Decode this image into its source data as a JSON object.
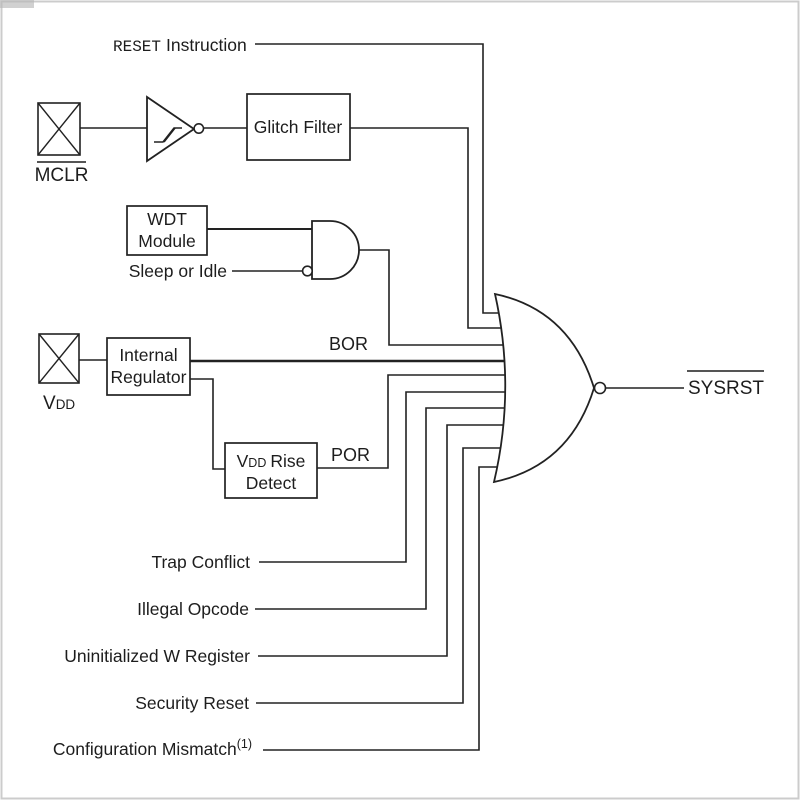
{
  "colors": {
    "line": "#222222",
    "text": "#1d1d1d",
    "background": "#ffffff",
    "frame": "#cccccc"
  },
  "inputs": {
    "reset_instruction": {
      "code": "RESET",
      "label": "Instruction"
    },
    "mclr": {
      "label": "MCLR",
      "overbar": true
    },
    "sleep_or_idle": {
      "label": "Sleep or Idle"
    },
    "vdd": {
      "prefix": "V",
      "subscript": "DD"
    },
    "trap_conflict": {
      "label": "Trap Conflict"
    },
    "illegal_opcode": {
      "label": "Illegal Opcode"
    },
    "uninitialized_w_register": {
      "label": "Uninitialized W Register"
    },
    "security_reset": {
      "label": "Security Reset"
    },
    "configuration_mismatch": {
      "label": "Configuration Mismatch",
      "note": "(1)"
    }
  },
  "blocks": {
    "glitch_filter": {
      "label": "Glitch Filter"
    },
    "wdt_module": {
      "line1": "WDT",
      "line2": "Module"
    },
    "internal_regulator": {
      "line1": "Internal",
      "line2": "Regulator"
    },
    "vdd_rise_detect": {
      "line1_prefix": "V",
      "line1_subscript": "DD",
      "line1_rest": "Rise",
      "line2": "Detect"
    }
  },
  "nets": {
    "bor": "BOR",
    "por": "POR"
  },
  "output": {
    "sysrst": "SYSRST",
    "overbar": true
  }
}
